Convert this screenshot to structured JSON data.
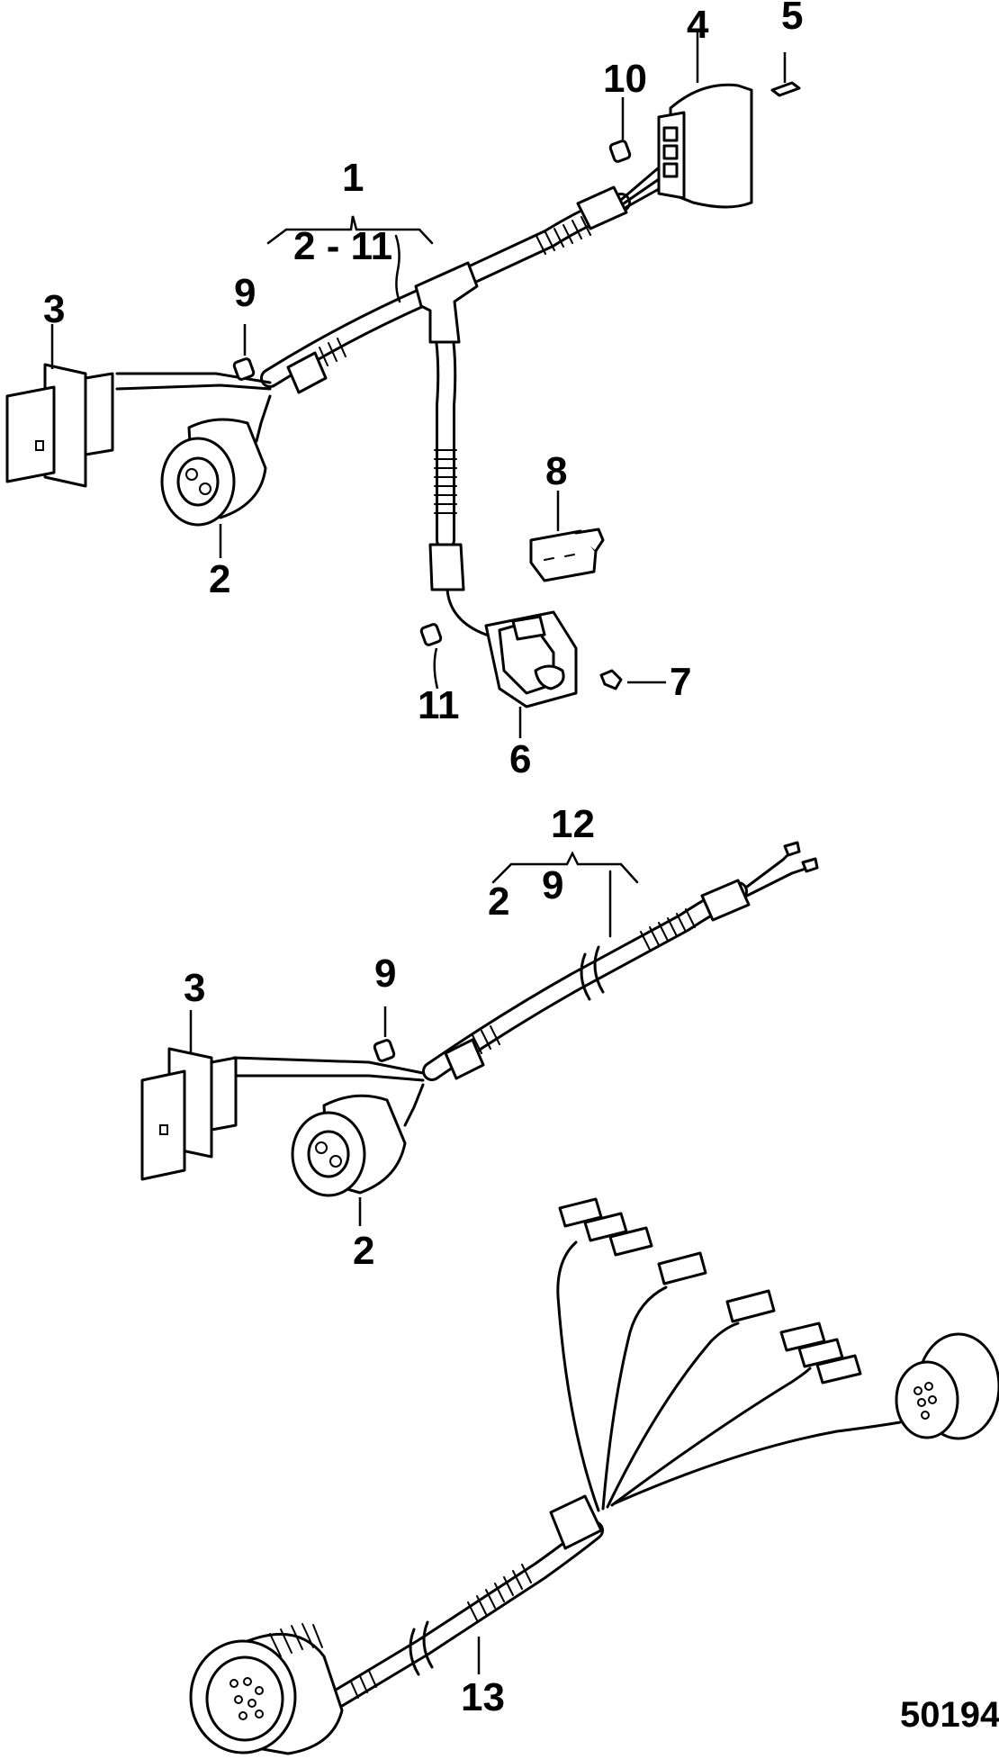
{
  "callouts": {
    "c1": "1",
    "c1_range": "2 - 11",
    "c2a": "2",
    "c3a": "3",
    "c4": "4",
    "c5": "5",
    "c6": "6",
    "c7": "7",
    "c8": "8",
    "c9a": "9",
    "c10": "10",
    "c11": "11",
    "c12": "12",
    "c12_from": "2",
    "c12_to": "9",
    "c9b": "9",
    "c3b": "3",
    "c2b": "2",
    "c13": "13"
  },
  "figure_number": "50194"
}
